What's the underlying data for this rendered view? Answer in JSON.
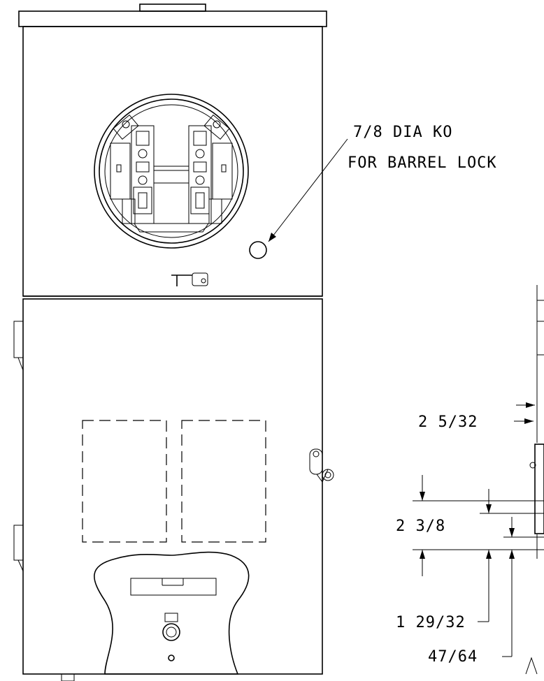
{
  "callouts": {
    "ko_line1": "7/8 DIA KO",
    "ko_line2": "FOR BARREL LOCK"
  },
  "dimensions": {
    "dim_a": "2 5/32",
    "dim_b": "2 3/8",
    "dim_c": "1 29/32",
    "dim_d": "47/64"
  }
}
